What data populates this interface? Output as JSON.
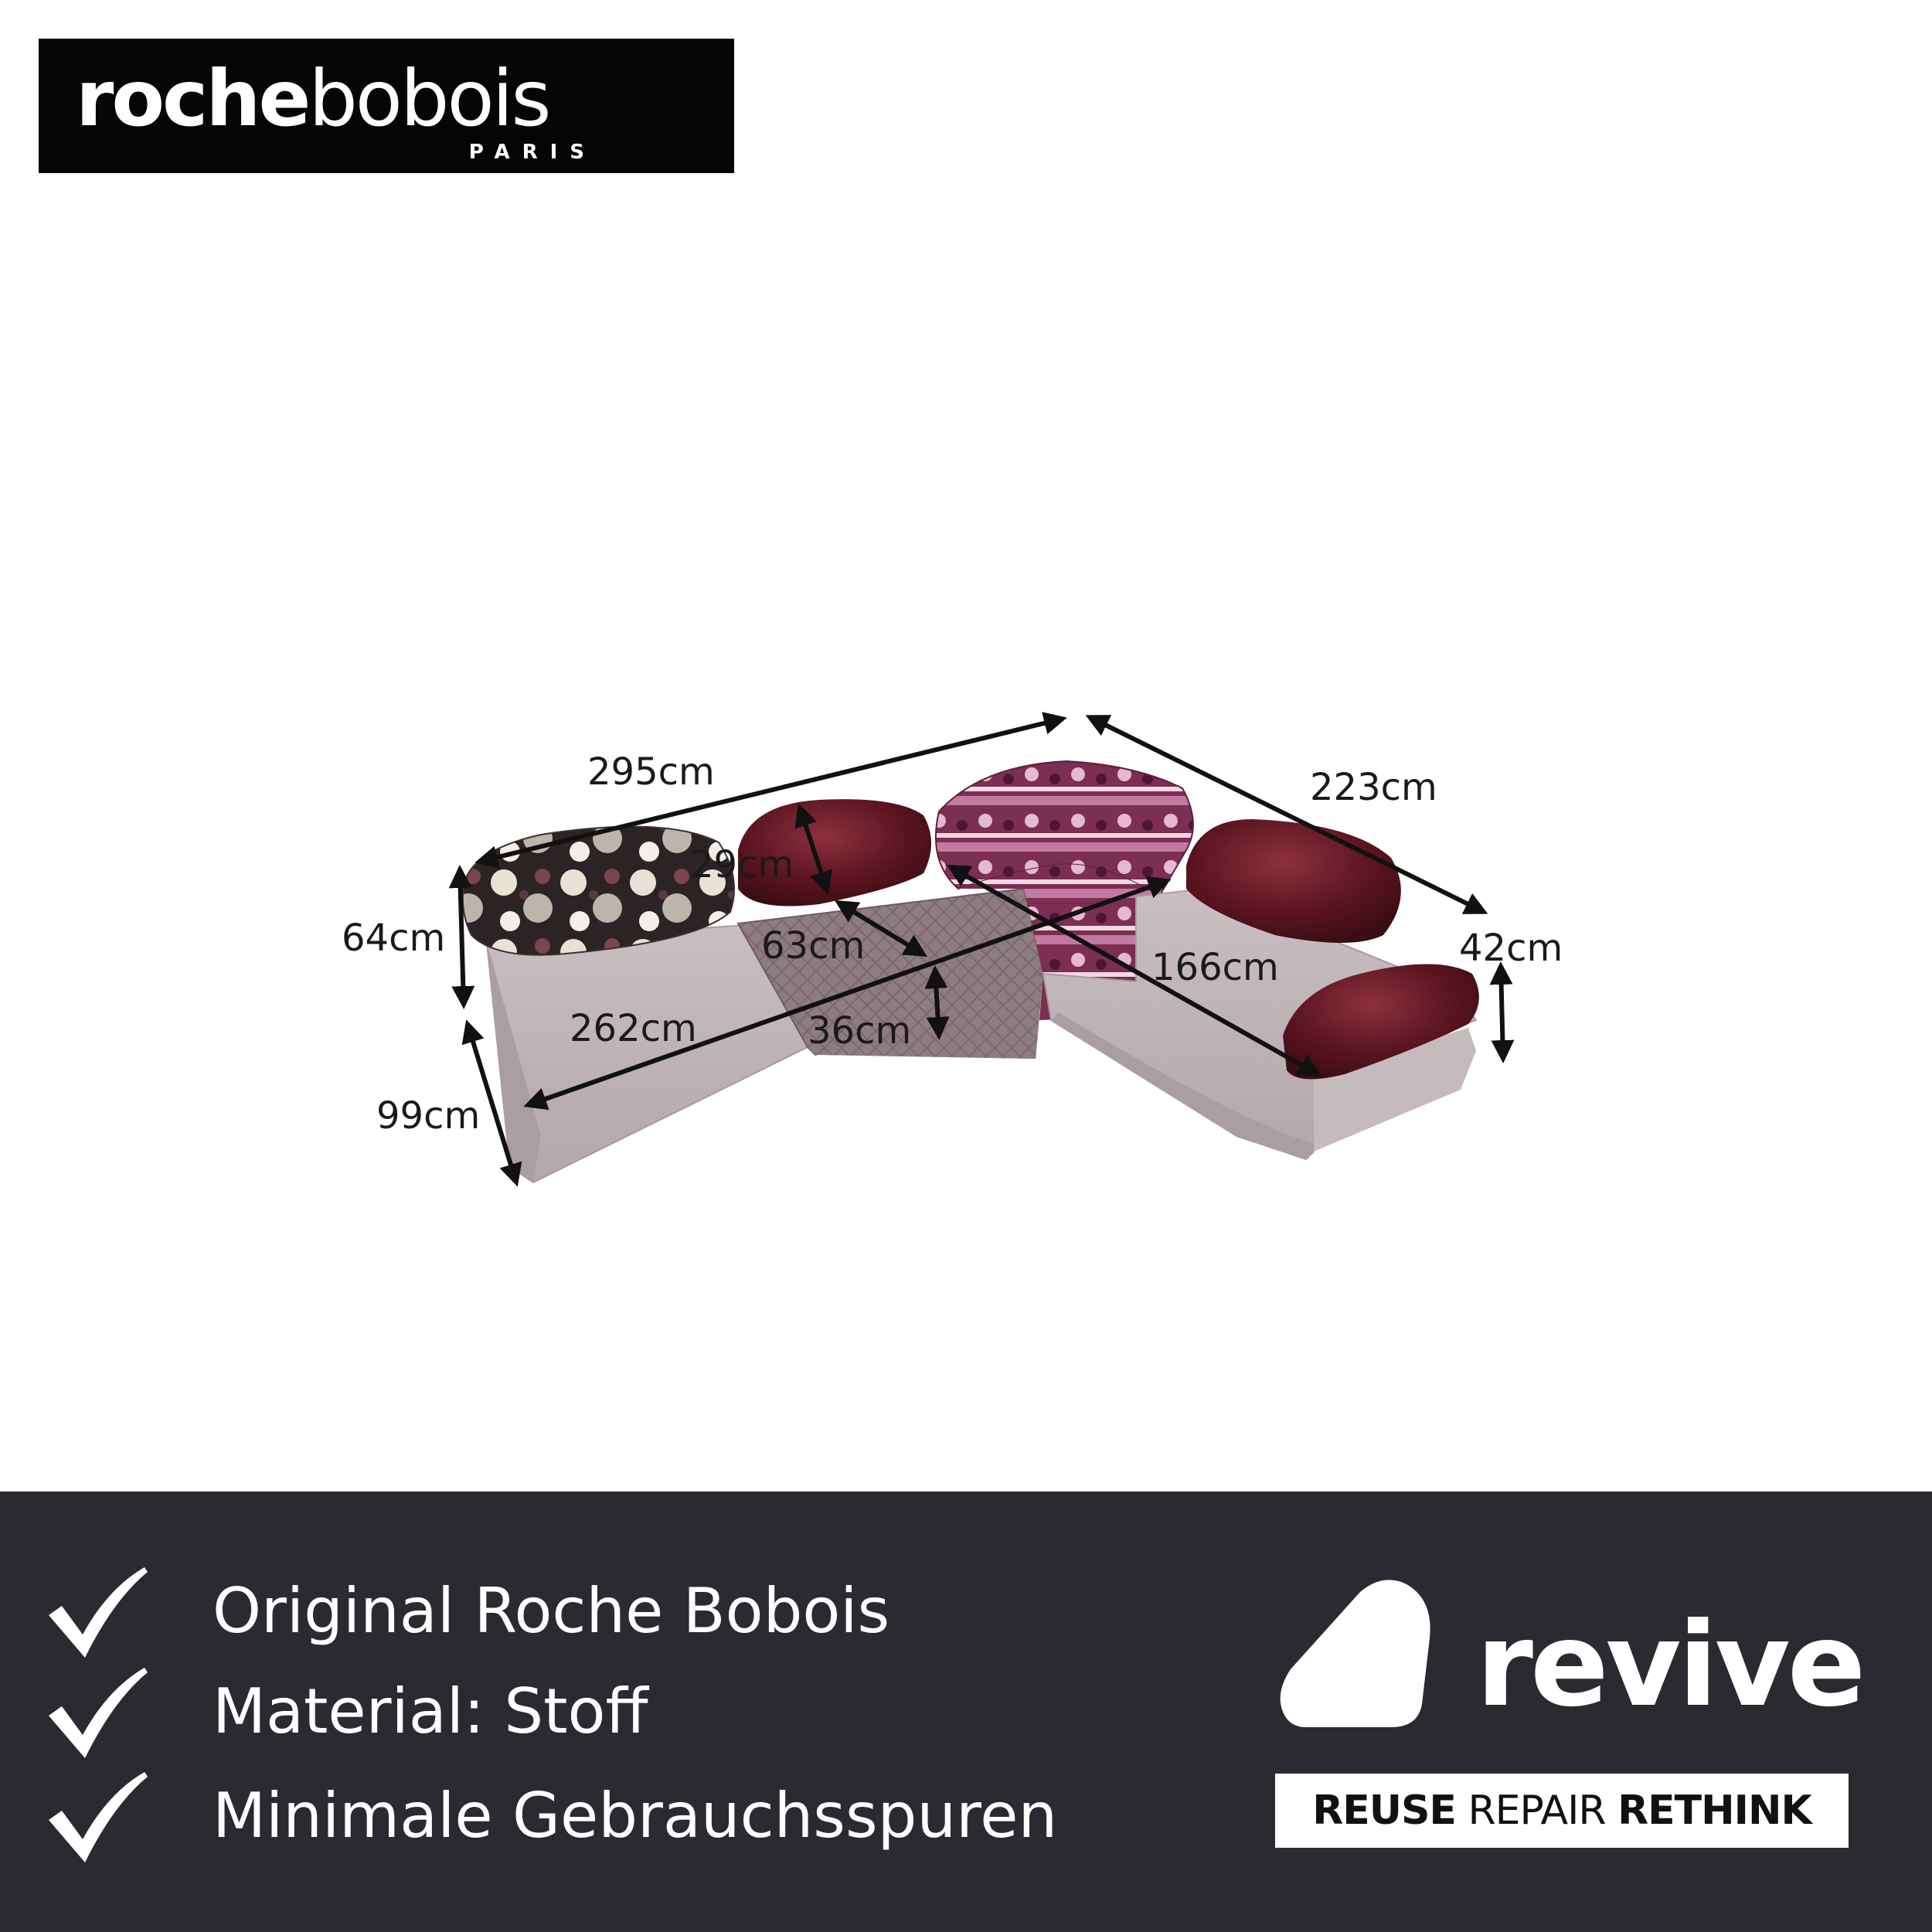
{
  "brand": {
    "name_bold": "roche",
    "name_light": "bobois",
    "city": "PARIS"
  },
  "dimensions": {
    "d295": "295cm",
    "d223": "223cm",
    "d64": "64cm",
    "d29": "29cm",
    "d63": "63cm",
    "d42": "42cm",
    "d166": "166cm",
    "d262": "262cm",
    "d36": "36cm",
    "d99": "99cm"
  },
  "features": [
    {
      "text": "Original Roche Bobois"
    },
    {
      "text": "Material: Stoff"
    },
    {
      "text": "Minimale Gebrauchsspuren"
    }
  ],
  "seller": {
    "name": "revive",
    "tagline_1": "REUSE",
    "tagline_2": "REPAIR",
    "tagline_3": "RETHINK"
  },
  "colors": {
    "footer_bg": "#2a2b30",
    "grey_fabric": "#b9aeb1",
    "burgundy": "#5a1420",
    "pink_pattern": "#8a3a5e"
  }
}
